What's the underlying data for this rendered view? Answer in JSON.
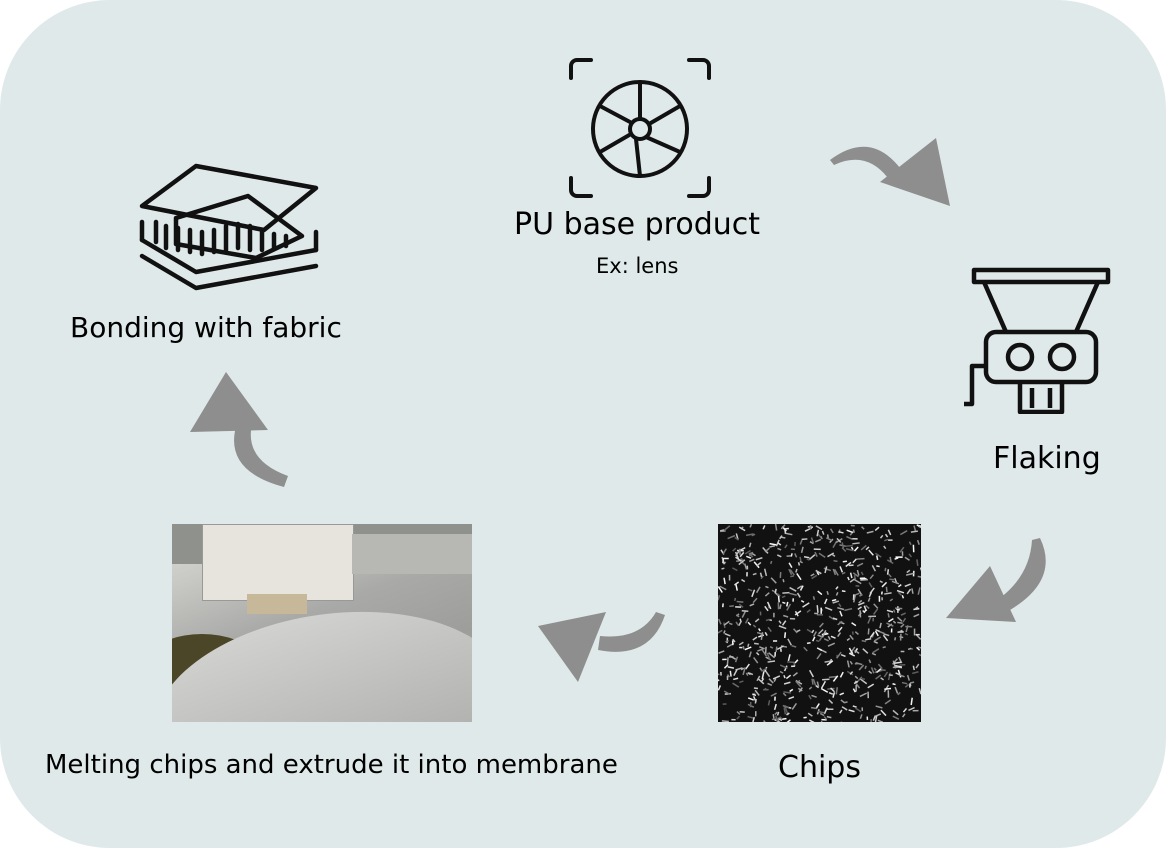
{
  "steps": {
    "pu_base": {
      "title": "PU base product",
      "subtitle": "Ex: lens"
    },
    "flaking": {
      "title": "Flaking"
    },
    "chips": {
      "title": "Chips"
    },
    "melting": {
      "title": "Melting chips and extrude it into membrane"
    },
    "bonding": {
      "title": "Bonding with fabric"
    }
  },
  "colors": {
    "background": "#dfe9e9",
    "arrow": "#8e8e8e",
    "icon": "#111111"
  }
}
